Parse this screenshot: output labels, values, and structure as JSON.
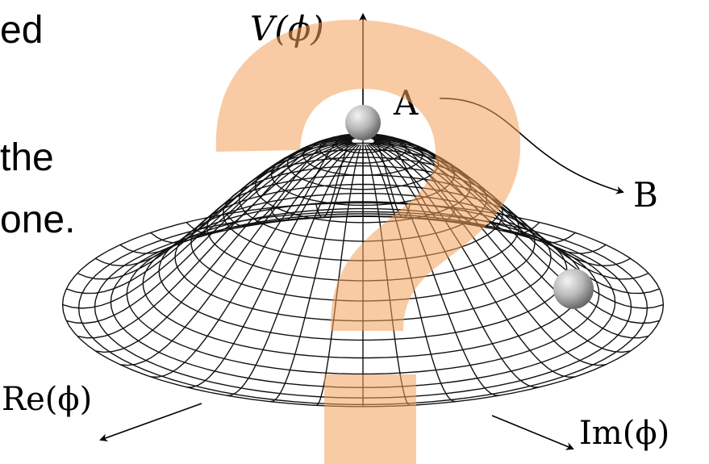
{
  "side_text": [
    "ed",
    "the",
    "one."
  ],
  "labels": {
    "potential_axis": "V(ϕ)",
    "point_a": "A",
    "point_b": "B",
    "real_axis": "Re(ϕ)",
    "imag_axis": "Im(ϕ)"
  },
  "colors": {
    "question_mark": "#f2a15a",
    "mesh_line": "#111111",
    "ball_highlight": "#f4f4f4",
    "ball_shadow": "#6a6a6a"
  },
  "icons": {
    "overlay": "question-mark-icon"
  }
}
